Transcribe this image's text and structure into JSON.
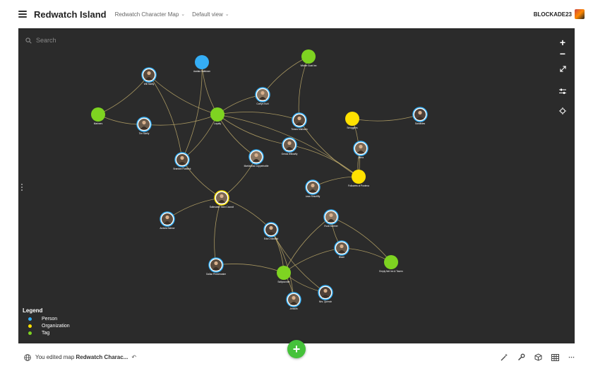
{
  "header": {
    "title": "Redwatch Island",
    "breadcrumbs": [
      {
        "label": "Redwatch Character Map"
      },
      {
        "label": "Default view"
      }
    ],
    "username": "BLOCKADE23"
  },
  "search": {
    "placeholder": "Search"
  },
  "colors": {
    "person": "#35aef5",
    "organization": "#ffe100",
    "tag": "#7ed321",
    "edge": "#bda96a",
    "canvas": "#2b2b2b"
  },
  "legend": {
    "title": "Legend",
    "items": [
      {
        "label": "Person",
        "color": "#35aef5"
      },
      {
        "label": "Organization",
        "color": "#ffe100"
      },
      {
        "label": "Tag",
        "color": "#7ed321"
      }
    ]
  },
  "nodes": [
    {
      "id": "aa",
      "label": "Aadala Saltdown",
      "type": "dot",
      "color": "#35aef5"
    },
    {
      "id": "wc",
      "label": "Wicker Goat Inn",
      "type": "dot",
      "color": "#7ed321"
    },
    {
      "id": "wk",
      "label": "Will Skelly",
      "type": "avatar"
    },
    {
      "id": "ct",
      "label": "Cortlyn Kuhl",
      "type": "avatar"
    },
    {
      "id": "ma",
      "label": "Mariners",
      "type": "dot",
      "color": "#7ed321"
    },
    {
      "id": "ts",
      "label": "Tim Skelly",
      "type": "avatar"
    },
    {
      "id": "lo",
      "label": "Loyalty",
      "type": "dot",
      "color": "#7ed321"
    },
    {
      "id": "to",
      "label": "Torano Mallowin",
      "type": "avatar"
    },
    {
      "id": "sm",
      "label": "Smugglers",
      "type": "dot",
      "color": "#ffe100"
    },
    {
      "id": "sa",
      "label": "Sandtides",
      "type": "avatar"
    },
    {
      "id": "gr",
      "label": "Grecia Willowfly",
      "type": "avatar"
    },
    {
      "id": "ja",
      "label": "Jahra",
      "type": "avatar"
    },
    {
      "id": "bf",
      "label": "Brandan Flatbeck",
      "type": "avatar"
    },
    {
      "id": "mc",
      "label": "Marktobias Copperbottle",
      "type": "avatar"
    },
    {
      "id": "fp",
      "label": "Followers of Poniena",
      "type": "dot",
      "color": "#ffe100"
    },
    {
      "id": "ls",
      "label": "Lean Smurfiffy",
      "type": "avatar"
    },
    {
      "id": "tc",
      "label": "Saltmarsh Town Council",
      "type": "avatar"
    },
    {
      "id": "as",
      "label": "Andara Salmor",
      "type": "avatar"
    },
    {
      "id": "ek",
      "label": "Evok Nomber",
      "type": "avatar"
    },
    {
      "id": "ed",
      "label": "Eda Crossfold",
      "type": "avatar"
    },
    {
      "id": "bl",
      "label": "Blaze",
      "type": "avatar"
    },
    {
      "id": "em",
      "label": "Empty Net Inn & Tavern",
      "type": "dot",
      "color": "#7ed321"
    },
    {
      "id": "gp",
      "label": "Gallan Pennrewater",
      "type": "avatar"
    },
    {
      "id": "sp",
      "label": "Saltpounder",
      "type": "dot",
      "color": "#7ed321"
    },
    {
      "id": "mg",
      "label": "Mrs. Quench",
      "type": "avatar"
    },
    {
      "id": "jm",
      "label": "Jembith",
      "type": "avatar"
    }
  ],
  "edges": [
    [
      "wk",
      "ma"
    ],
    [
      "wk",
      "lo"
    ],
    [
      "wk",
      "bf"
    ],
    [
      "ts",
      "lo"
    ],
    [
      "ts",
      "ma"
    ],
    [
      "aa",
      "lo"
    ],
    [
      "aa",
      "bf"
    ],
    [
      "ct",
      "lo"
    ],
    [
      "ct",
      "wc"
    ],
    [
      "wc",
      "to"
    ],
    [
      "lo",
      "to"
    ],
    [
      "lo",
      "gr"
    ],
    [
      "lo",
      "fp"
    ],
    [
      "lo",
      "mc"
    ],
    [
      "lo",
      "bf"
    ],
    [
      "to",
      "fp"
    ],
    [
      "gr",
      "fp"
    ],
    [
      "sm",
      "sa"
    ],
    [
      "sm",
      "fp"
    ],
    [
      "ja",
      "fp"
    ],
    [
      "ls",
      "fp"
    ],
    [
      "bf",
      "tc"
    ],
    [
      "mc",
      "tc"
    ],
    [
      "tc",
      "as"
    ],
    [
      "tc",
      "ed"
    ],
    [
      "tc",
      "gp"
    ],
    [
      "ed",
      "sp"
    ],
    [
      "ed",
      "mg"
    ],
    [
      "ed",
      "jm"
    ],
    [
      "ek",
      "sp"
    ],
    [
      "ek",
      "em"
    ],
    [
      "ek",
      "bl"
    ],
    [
      "bl",
      "em"
    ],
    [
      "bl",
      "sp"
    ],
    [
      "gp",
      "sp"
    ],
    [
      "sp",
      "mg"
    ],
    [
      "sp",
      "jm"
    ]
  ],
  "status": {
    "prefix": "You edited map ",
    "map_name": "Redwatch Charac..."
  },
  "tool_icons": [
    "plus-icon",
    "minus-icon",
    "expand-icon",
    "sliders-icon",
    "crosshair-icon"
  ],
  "bottom_icons": [
    "magic-wand-icon",
    "wrench-icon",
    "cube-icon",
    "table-icon",
    "more-icon"
  ]
}
